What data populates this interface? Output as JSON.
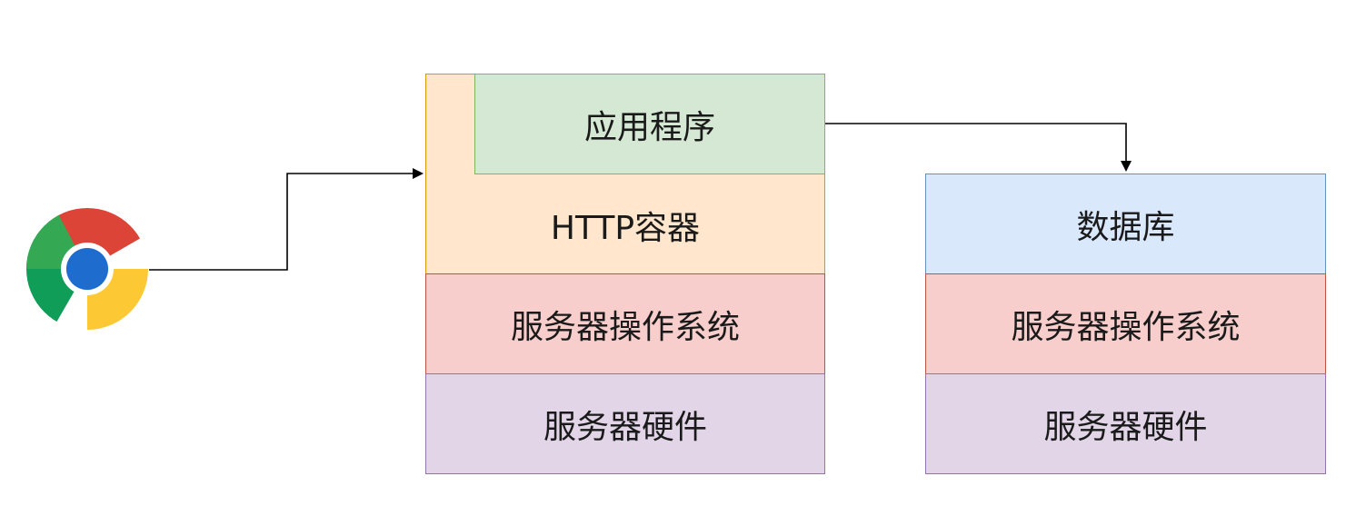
{
  "server_stack": {
    "app_label": "应用程序",
    "http_container_label": "HTTP容器",
    "os_label": "服务器操作系统",
    "hardware_label": "服务器硬件"
  },
  "db_stack": {
    "db_label": "数据库",
    "os_label": "服务器操作系统",
    "hardware_label": "服务器硬件"
  },
  "icons": {
    "client": "chrome-browser-icon"
  }
}
